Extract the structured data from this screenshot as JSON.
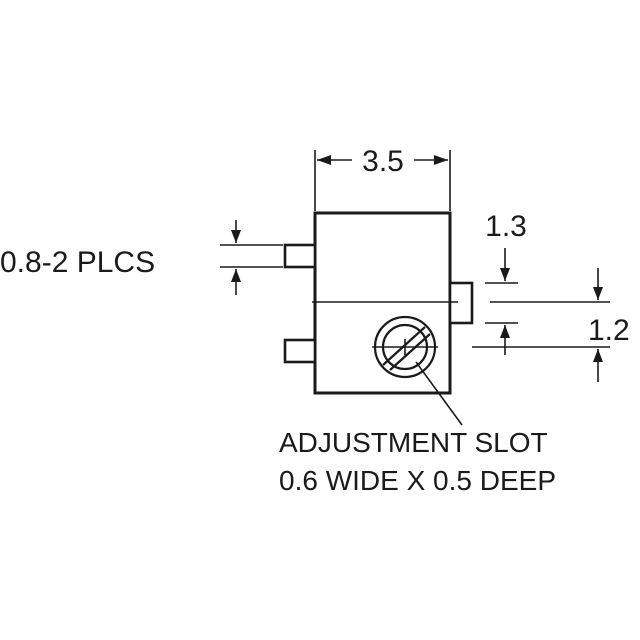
{
  "dimensions": {
    "width": "3.5",
    "pad_width": "0.8-2 PLCS",
    "slot_offset": "1.3",
    "tab_width": "1.2"
  },
  "callout": {
    "line1": "ADJUSTMENT SLOT",
    "line2": "0.6 WIDE X 0.5 DEEP"
  }
}
